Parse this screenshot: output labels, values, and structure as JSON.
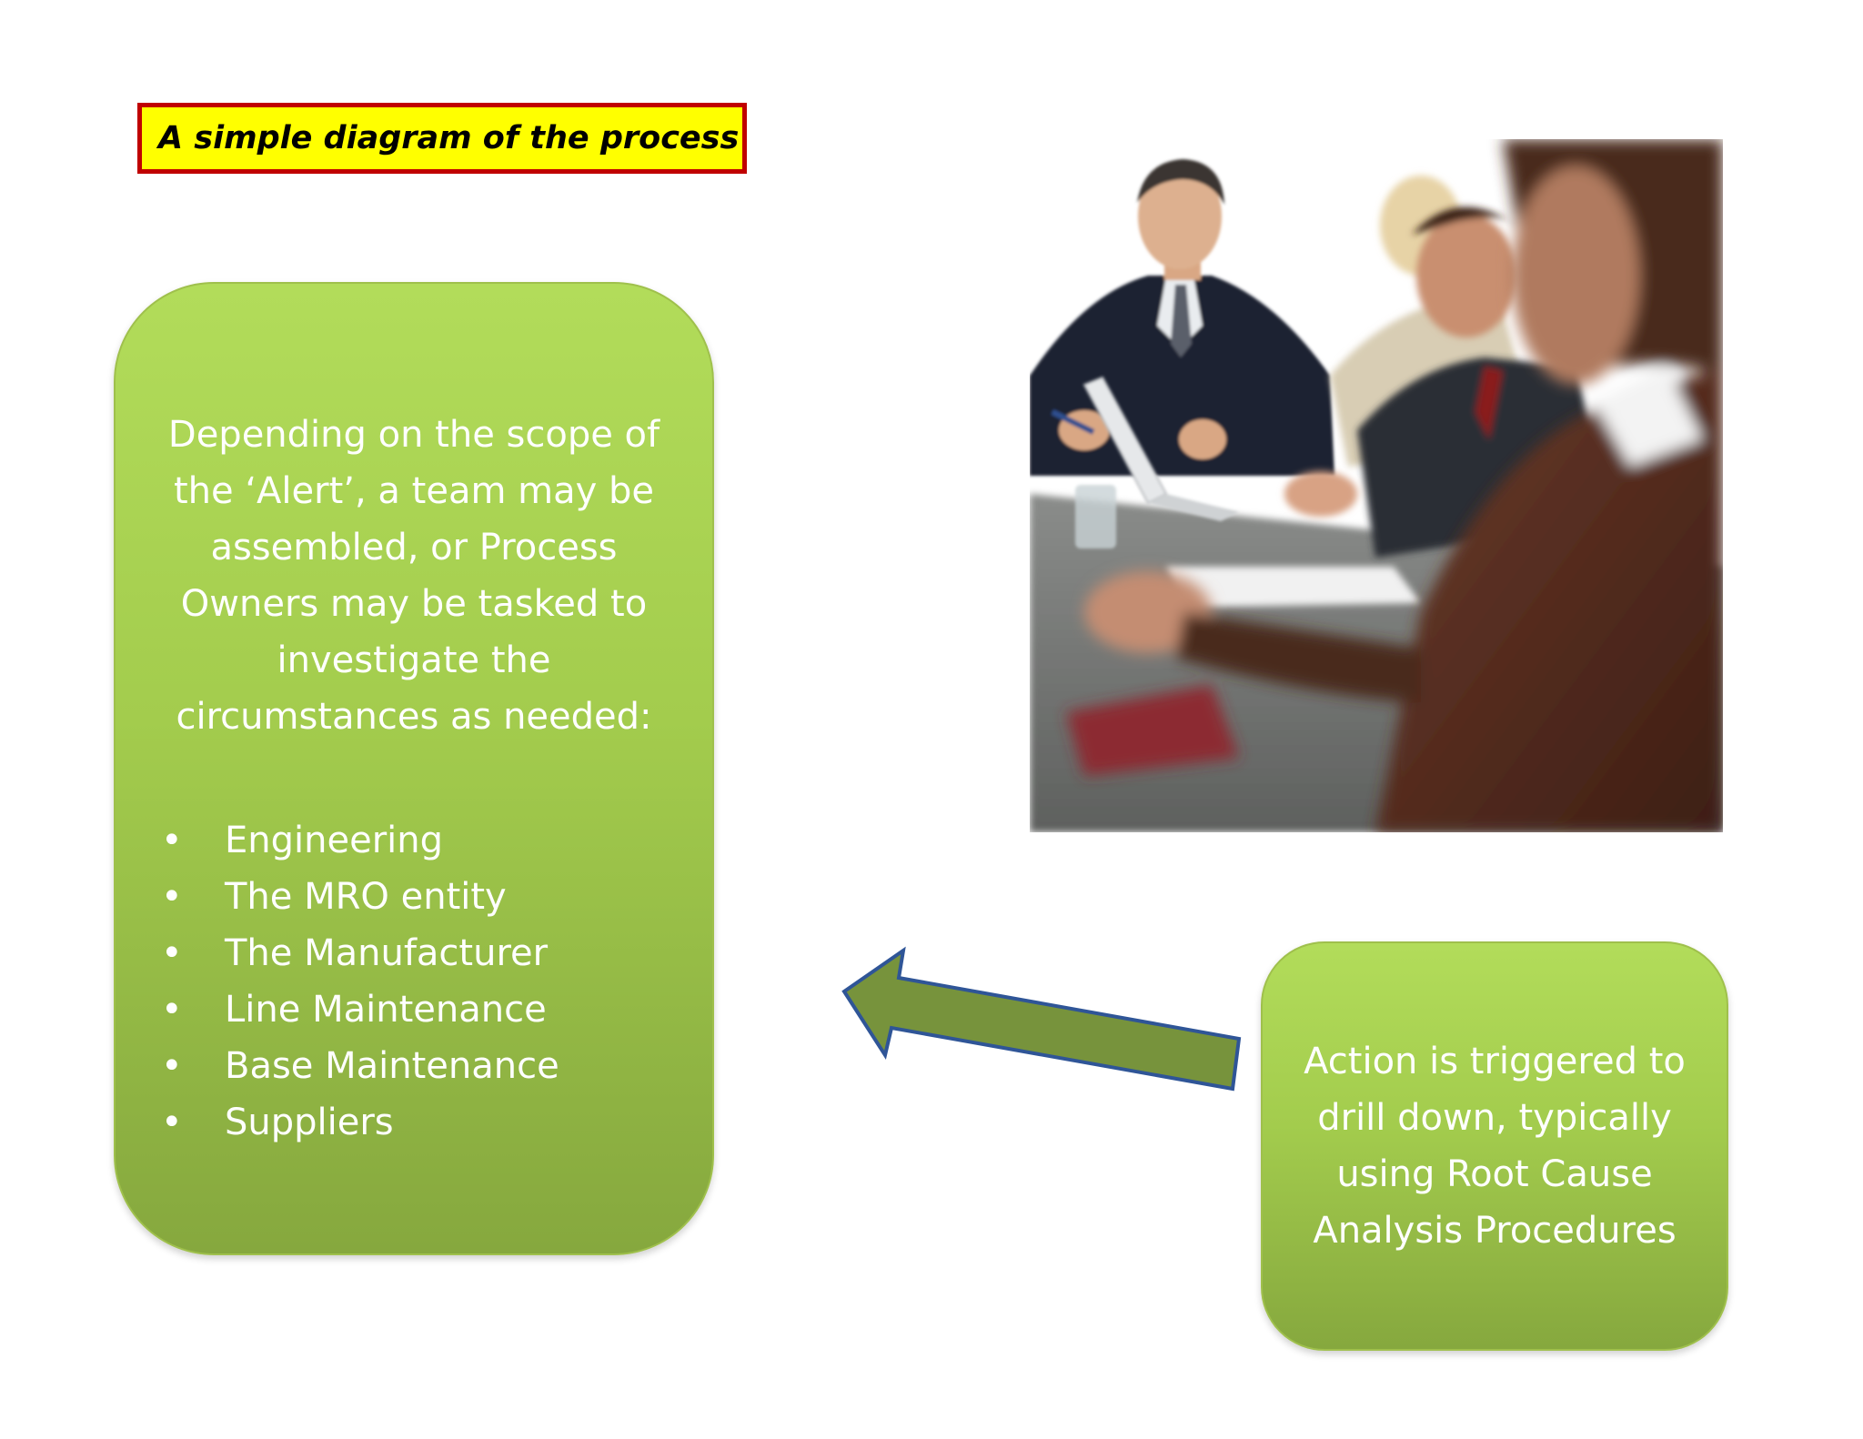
{
  "title": "A simple diagram of the process",
  "left_box": {
    "text": "Depending on the scope of the ‘Alert’, a team may be assembled, or Process Owners may be tasked to investigate the circumstances as needed:",
    "items": [
      "Engineering",
      "The MRO entity",
      "The Manufacturer",
      "Line Maintenance",
      "Base Maintenance",
      "Suppliers"
    ]
  },
  "right_box": {
    "text": "Action is triggered to drill down, typically using Root Cause Analysis Procedures"
  },
  "arrow": {
    "direction": "left",
    "color": "#77933c",
    "outline": "#2f5597"
  },
  "photo": {
    "subject": "business-meeting-photo"
  }
}
